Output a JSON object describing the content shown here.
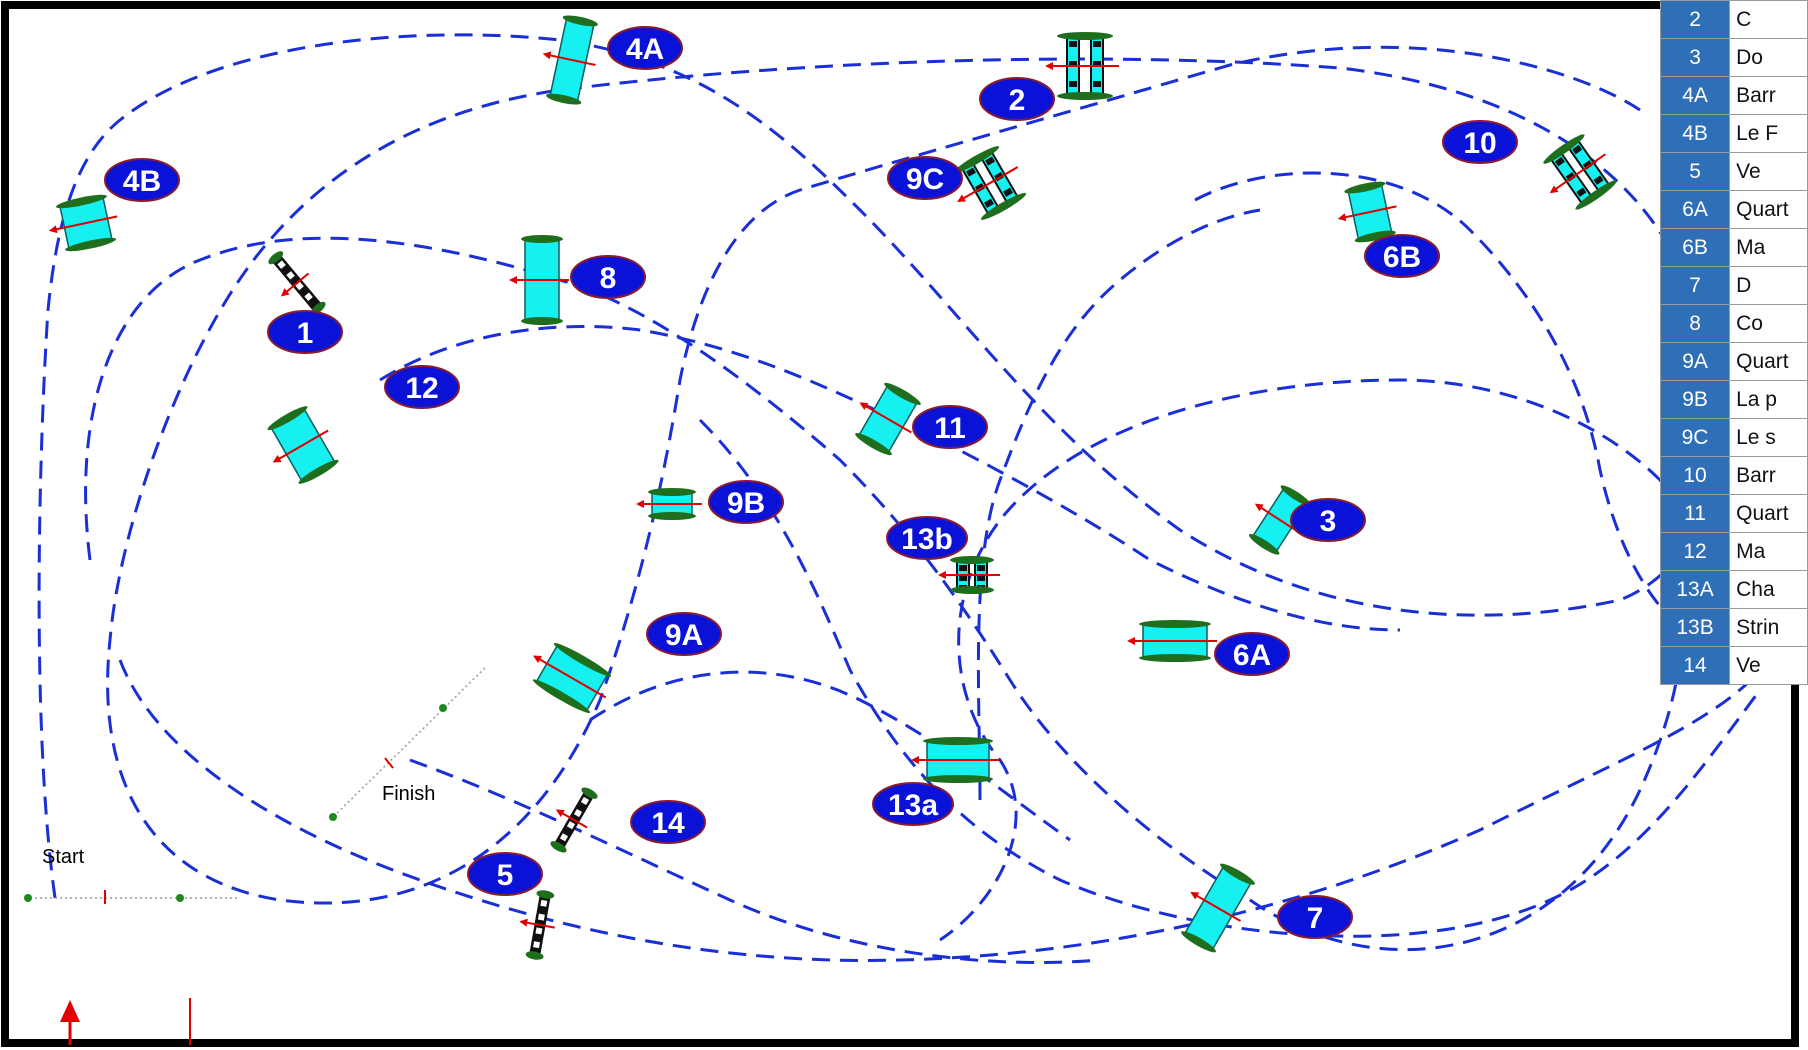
{
  "course": {
    "start_label": "Start",
    "finish_label": "Finish"
  },
  "fence_labels": [
    {
      "id": "1",
      "text": "1"
    },
    {
      "id": "2",
      "text": "2"
    },
    {
      "id": "3",
      "text": "3"
    },
    {
      "id": "4A",
      "text": "4A"
    },
    {
      "id": "4B",
      "text": "4B"
    },
    {
      "id": "5",
      "text": "5"
    },
    {
      "id": "6A",
      "text": "6A"
    },
    {
      "id": "6B",
      "text": "6B"
    },
    {
      "id": "7",
      "text": "7"
    },
    {
      "id": "8",
      "text": "8"
    },
    {
      "id": "9A",
      "text": "9A"
    },
    {
      "id": "9B",
      "text": "9B"
    },
    {
      "id": "9C",
      "text": "9C"
    },
    {
      "id": "10",
      "text": "10"
    },
    {
      "id": "11",
      "text": "11"
    },
    {
      "id": "12",
      "text": "12"
    },
    {
      "id": "13a",
      "text": "13a"
    },
    {
      "id": "13b",
      "text": "13b"
    },
    {
      "id": "14",
      "text": "14"
    }
  ],
  "fence_table": [
    {
      "num": "2",
      "name": "C"
    },
    {
      "num": "3",
      "name": "Do"
    },
    {
      "num": "4A",
      "name": "Barr"
    },
    {
      "num": "4B",
      "name": "Le F"
    },
    {
      "num": "5",
      "name": "Ve"
    },
    {
      "num": "6A",
      "name": "Quart"
    },
    {
      "num": "6B",
      "name": "Ma"
    },
    {
      "num": "7",
      "name": "D"
    },
    {
      "num": "8",
      "name": "Co"
    },
    {
      "num": "9A",
      "name": "Quart"
    },
    {
      "num": "9B",
      "name": "La p"
    },
    {
      "num": "9C",
      "name": "Le s"
    },
    {
      "num": "10",
      "name": "Barr"
    },
    {
      "num": "11",
      "name": "Quart"
    },
    {
      "num": "12",
      "name": "Ma"
    },
    {
      "num": "13A",
      "name": "Cha"
    },
    {
      "num": "13B",
      "name": "Strin"
    },
    {
      "num": "14",
      "name": "Ve"
    }
  ],
  "colors": {
    "route": "#1a2fd6",
    "label_fill": "#0a12d8",
    "fence_fill": "#16f0f0",
    "fence_edge": "#1e6e1e",
    "direction_arrow": "#e00000",
    "table_number_bg": "#2f6fb8"
  }
}
